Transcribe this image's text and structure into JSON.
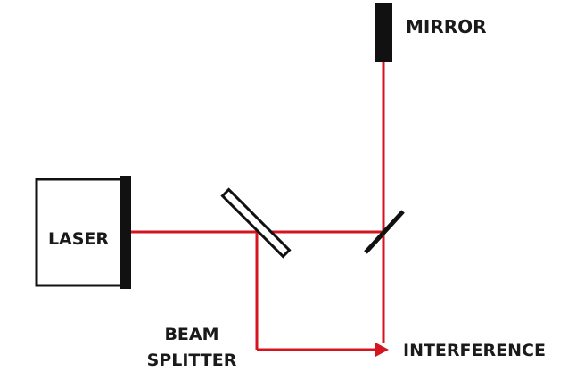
{
  "diagram": {
    "labels": {
      "laser": "LASER",
      "mirror": "MIRROR",
      "beam_splitter_line1": "BEAM",
      "beam_splitter_line2": "SPLITTER",
      "interference": "INTERFERENCE"
    },
    "colors": {
      "beam": "#d4141e",
      "component": "#111111",
      "background": "#ffffff"
    }
  }
}
